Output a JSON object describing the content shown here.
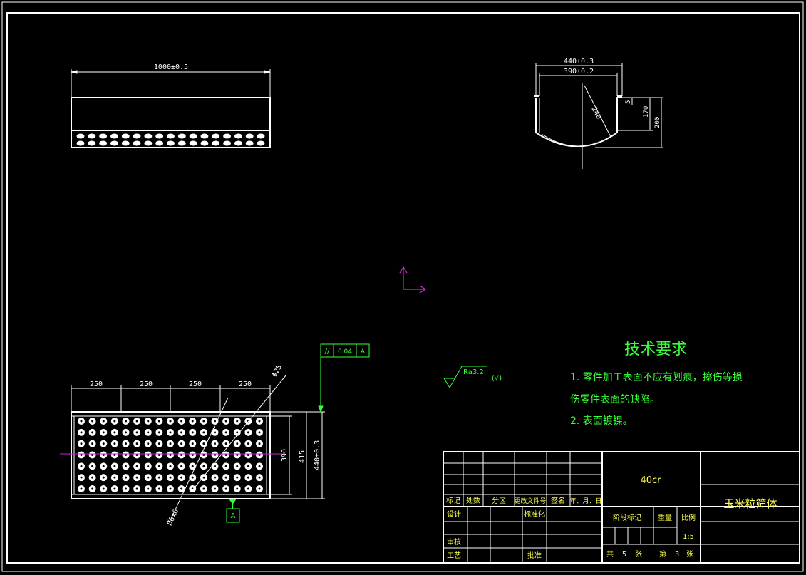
{
  "front_view": {
    "length_dim": "1000±0.5"
  },
  "side_view": {
    "outer_width_dim": "440±0.3",
    "inner_width_dim": "390±0.2",
    "radius_dim": "240",
    "lip_dim": "5",
    "depth_inner_dim": "170",
    "depth_outer_dim": "200"
  },
  "plan_view": {
    "pitch_dims": [
      "250",
      "250",
      "250",
      "250"
    ],
    "inner_height_dim": "390",
    "mid_height_dim": "415",
    "outer_height_dim": "440±0.3",
    "hole_dim": "Φ25",
    "hole_pattern_dim": "Ø6x6",
    "datum_label": "A",
    "hole_rows": 7,
    "hole_cols": 17
  },
  "tolerance_frame": {
    "symbol": "//",
    "value": "0.04",
    "datum": "A"
  },
  "surface_finish": {
    "roughness": "Ra3.2",
    "note": "(√)"
  },
  "tech_requirements": {
    "title": "技术要求",
    "line1": "1. 零件加工表面不应有划痕，擦伤等损",
    "line2": "伤零件表面的缺陷。",
    "line3": "2. 表面镀镍。"
  },
  "title_block": {
    "material": "40cr",
    "part_name": "玉米粒筛体",
    "labels": {
      "mark": "标记",
      "count": "处数",
      "zone": "分区",
      "change_doc": "更改文件号",
      "sign": "签名",
      "date": "年、月、日",
      "design": "设计",
      "standardize": "标准化",
      "stage_mark": "阶段标记",
      "weight": "重量",
      "scale": "比例",
      "review": "审核",
      "process": "工艺",
      "approve": "批准",
      "total": "共",
      "sheets_word": "张",
      "number_word": "第"
    },
    "scale_value": "1:5",
    "total_sheets": "5",
    "sheet_no": "3"
  },
  "colors": {
    "background": "#000000",
    "lines": "#ffffff",
    "annotation": "#39ff39",
    "ucs": "#e020e0",
    "centerline": "#d020d0"
  }
}
